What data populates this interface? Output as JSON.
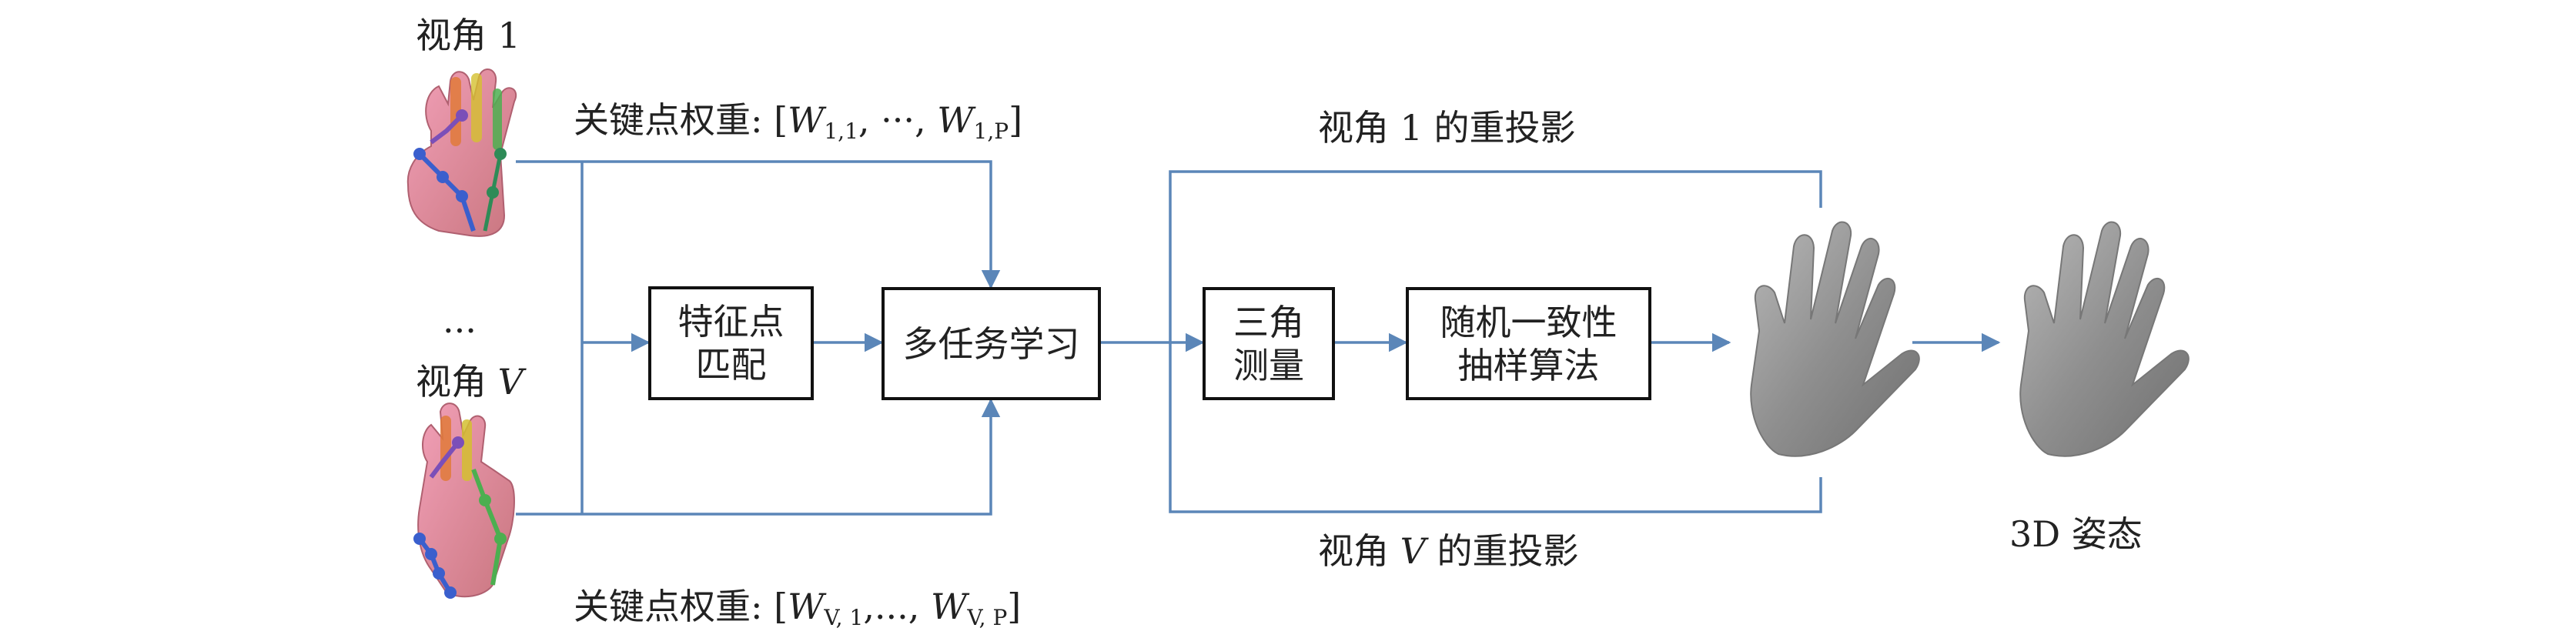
{
  "views": {
    "view1_label": "视角 1",
    "ellipsis": "...",
    "viewV_label": "视角 ",
    "viewV_var": "V"
  },
  "weights": {
    "top_prefix": "关键点权重: [",
    "top_w": "W",
    "top_sub1": "1,1",
    "top_mid": ", ···, ",
    "top_sub2": "1,P",
    "top_suffix": "]",
    "bottom_prefix": "关键点权重: [",
    "bottom_w": "W",
    "bottom_sub1": "V, 1",
    "bottom_mid": ",..., ",
    "bottom_sub2": "V, P",
    "bottom_suffix": "]"
  },
  "boxes": {
    "feature_matching_line1": "特征点",
    "feature_matching_line2": "匹配",
    "multitask": "多任务学习",
    "triangulation_line1": "三角",
    "triangulation_line2": "测量",
    "ransac_line1": "随机一致性",
    "ransac_line2": "抽样算法"
  },
  "reprojection": {
    "top": "视角 1 的重投影",
    "bottom_prefix": "视角 ",
    "bottom_var": "V",
    "bottom_suffix": " 的重投影"
  },
  "output_label": "3D 姿态",
  "colors": {
    "arrow": "#5b86b8",
    "box_border": "#111111",
    "hand_gray": "#9a9a9a"
  }
}
